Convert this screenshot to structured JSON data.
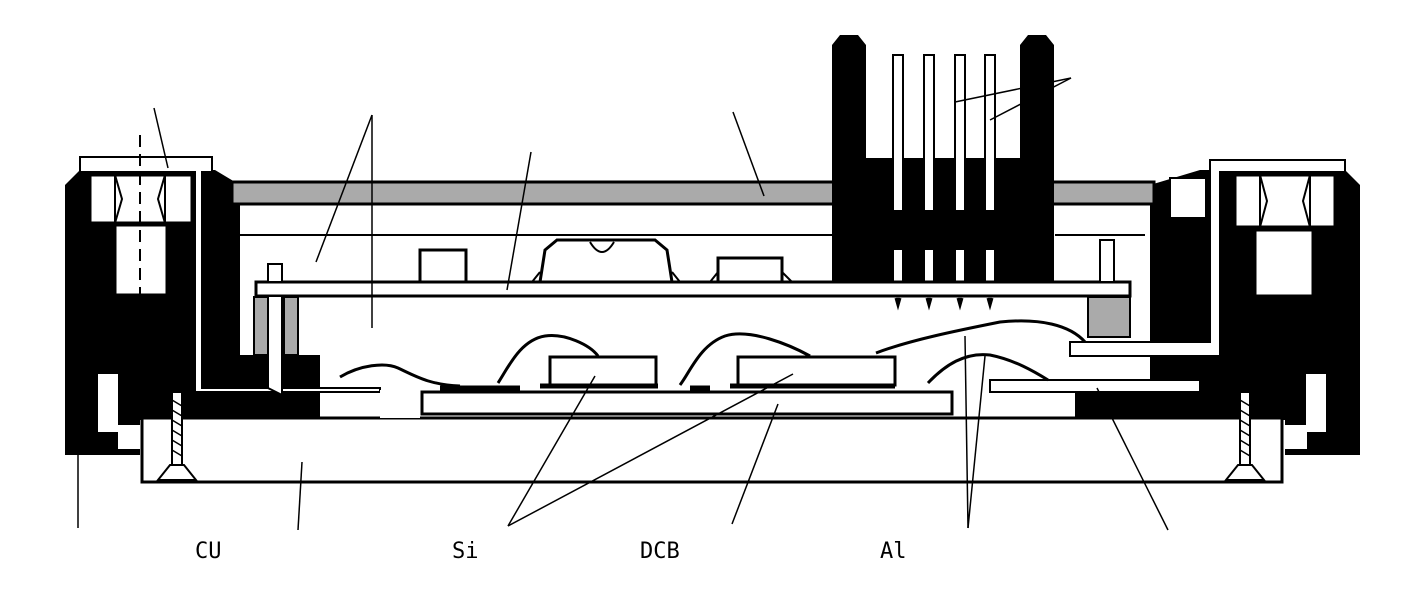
{
  "diagram": {
    "labels": {
      "cu": "CU",
      "si": "Si",
      "dcb": "DCB",
      "al": "Al"
    },
    "colors": {
      "ink": "#000000",
      "paper": "#ffffff",
      "cover_gray": "#aaaaaa"
    }
  }
}
